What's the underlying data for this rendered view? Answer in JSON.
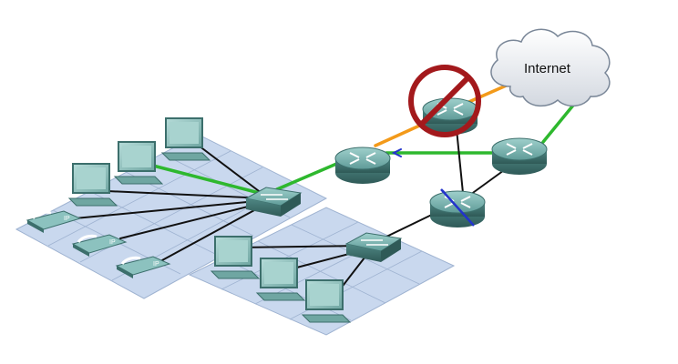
{
  "diagram": {
    "cloud_label": "Internet",
    "colors": {
      "floor": "#c9d8ee",
      "floor_line": "#9fb3d1",
      "device_body": "#5f9b98",
      "device_dark": "#3c6f6c",
      "device_light": "#8cc2bf",
      "link_default": "#111111",
      "link_active": "#2eb82e",
      "link_failed_path": "#f39a1a",
      "link_blocked_mark": "#2233cc",
      "prohibited_sign": "#a3191c",
      "cloud_fill": "#e8eaef",
      "cloud_stroke": "#7a8798"
    },
    "nodes": {
      "routers": [
        "router-top-failed",
        "router-left",
        "router-right",
        "router-bottom"
      ],
      "switches": [
        "switch-upper",
        "switch-lower"
      ],
      "hosts": [
        "pc-1",
        "pc-2",
        "pc-3",
        "pc-4",
        "pc-5",
        "pc-6"
      ],
      "phones": [
        "ip-phone-1",
        "ip-phone-2",
        "ip-phone-3"
      ]
    },
    "phone_label": "IP"
  }
}
